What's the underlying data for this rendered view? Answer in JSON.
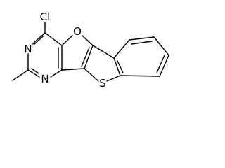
{
  "molecule": {
    "atom_labels": {
      "chlorine": "Cl",
      "nitrogen_upper": "N",
      "nitrogen_lower": "N",
      "oxygen": "O",
      "sulfur": "S"
    },
    "colors": {
      "bond": "#000000",
      "label": "#000000",
      "background": "#ffffff"
    }
  }
}
